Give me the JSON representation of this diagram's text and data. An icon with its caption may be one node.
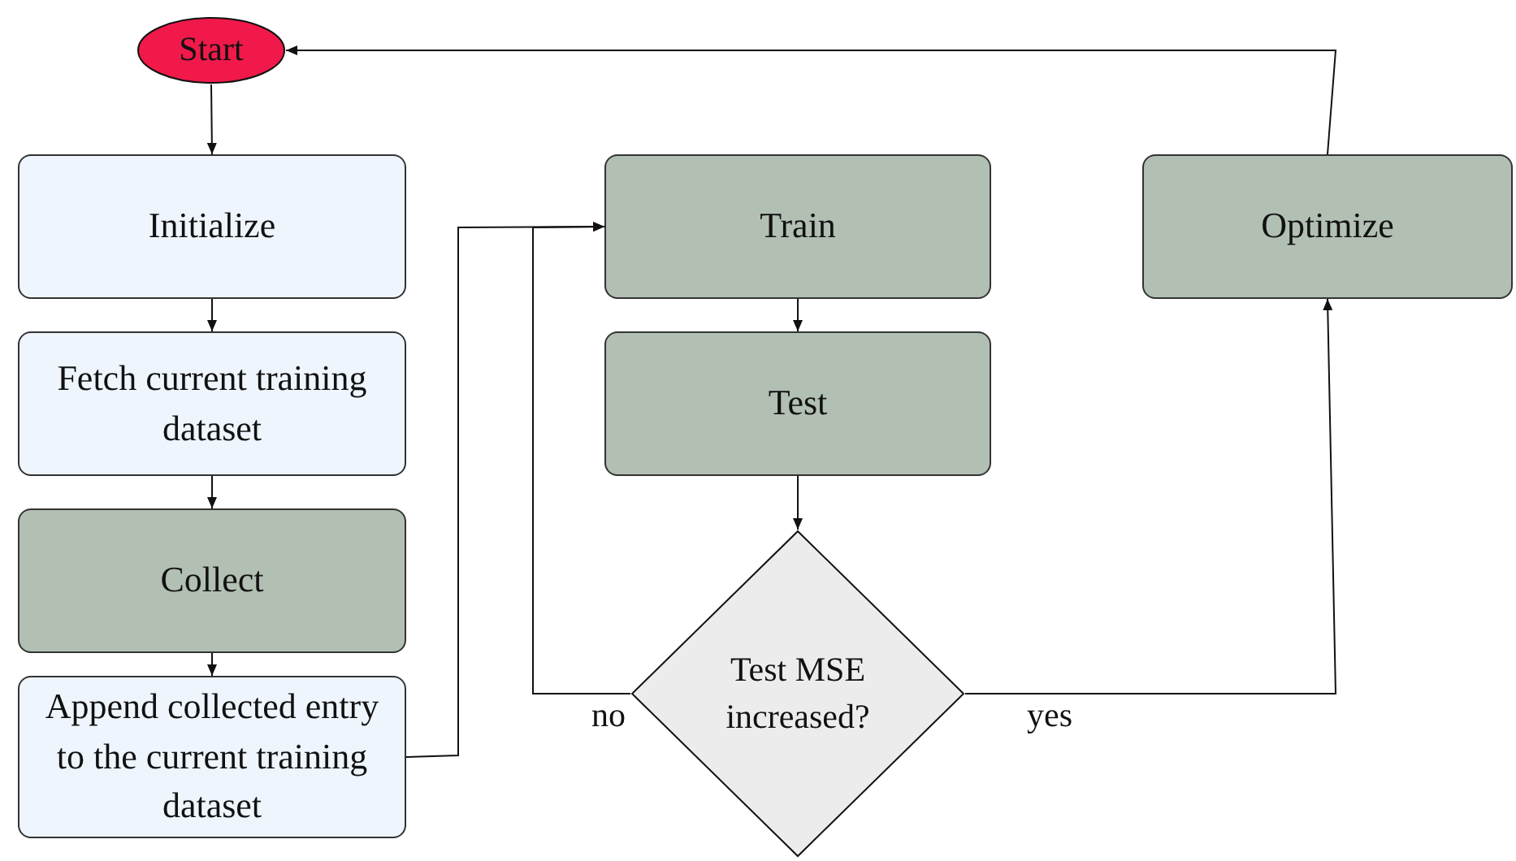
{
  "diagram": {
    "nodes": [
      {
        "text": [
          "Start"
        ]
      },
      {
        "text": [
          "Initialize"
        ]
      },
      {
        "text": [
          "Fetch current training dataset"
        ]
      },
      {
        "text": [
          "Collect"
        ]
      },
      {
        "text": [
          "Append collected entry to the current training dataset"
        ]
      },
      {
        "text": [
          "Train"
        ]
      },
      {
        "text": [
          "Test"
        ]
      },
      {
        "text": [
          "Test MSE increased?"
        ]
      },
      {
        "text": [
          "Optimize"
        ]
      }
    ],
    "edges": [
      {
        "from": 0,
        "to": 1,
        "arrow": "to"
      },
      {
        "from": 1,
        "to": 2,
        "arrow": "to"
      },
      {
        "from": 2,
        "to": 3,
        "arrow": "to"
      },
      {
        "from": 3,
        "to": 4,
        "arrow": "to"
      },
      {
        "from": 4,
        "to": 5,
        "arrow": "to"
      },
      {
        "from": 5,
        "to": 6,
        "arrow": "to"
      },
      {
        "from": 6,
        "to": 7,
        "arrow": "to"
      },
      {
        "from": 7,
        "to": 5,
        "arrow": "to",
        "label": "no"
      },
      {
        "from": 7,
        "to": 8,
        "arrow": "to",
        "label": "yes"
      },
      {
        "from": 8,
        "to": 0,
        "arrow": "to"
      }
    ]
  }
}
